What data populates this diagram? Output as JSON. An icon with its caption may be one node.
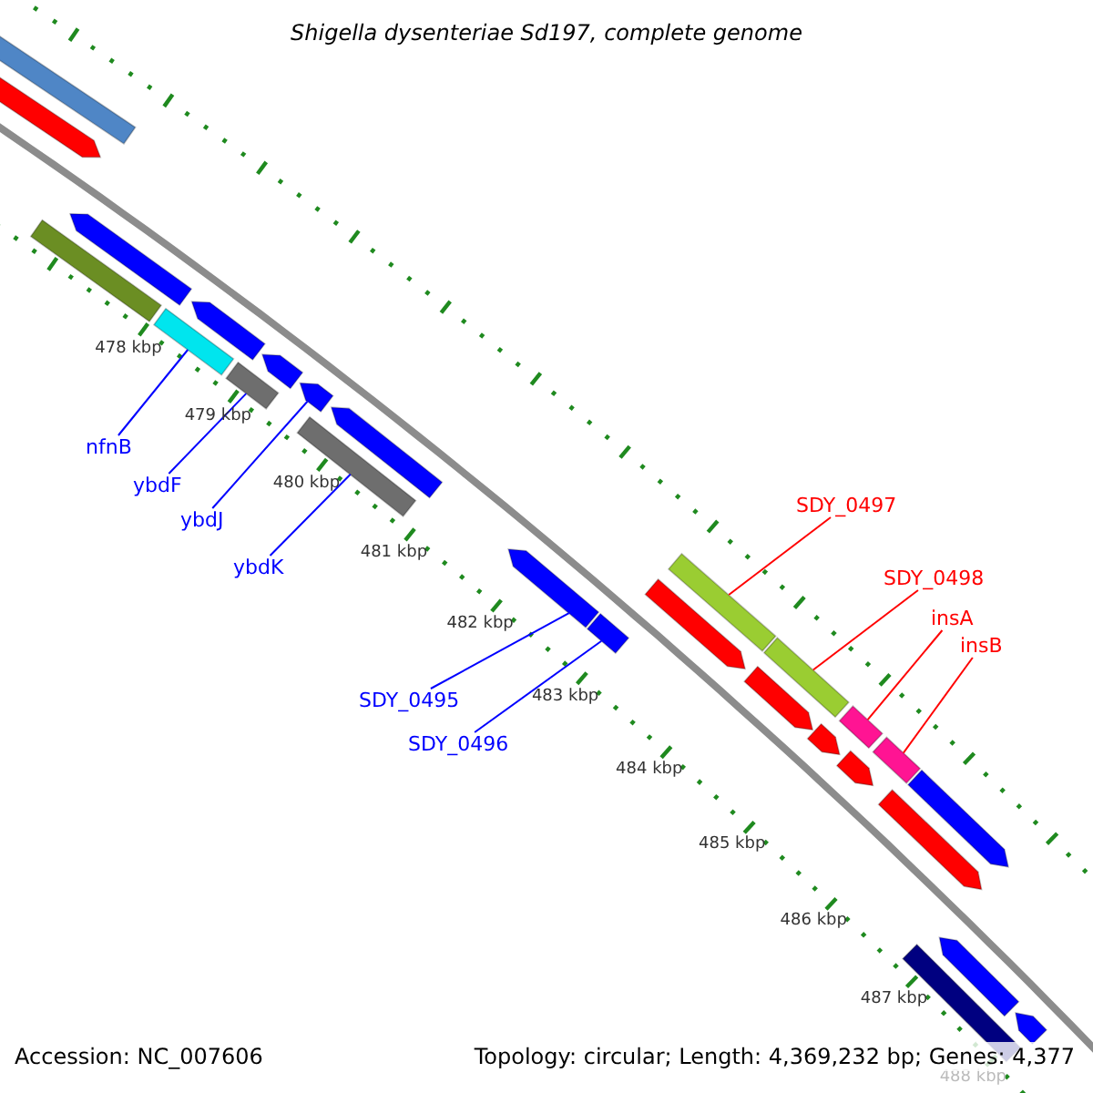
{
  "diagram": {
    "title": "Shigella dysenteriae Sd197, complete genome",
    "nodes": [
      {
        "text": [
          "nfnB"
        ]
      },
      {
        "text": [
          "ybdF"
        ]
      },
      {
        "text": [
          "ybdJ"
        ]
      },
      {
        "text": [
          "ybdK"
        ]
      },
      {
        "text": [
          "SDY_0495"
        ]
      },
      {
        "text": [
          "SDY_0496"
        ]
      },
      {
        "text": [
          "SDY_0497"
        ]
      },
      {
        "text": [
          "SDY_0498"
        ]
      },
      {
        "text": [
          "insA"
        ]
      },
      {
        "text": [
          "insB"
        ]
      },
      {
        "text": [],
        "shape": "bar"
      },
      {
        "text": [],
        "shape": "arrow"
      },
      {
        "text": [],
        "shape": "bar"
      },
      {
        "text": [],
        "shape": "arrow"
      },
      {
        "text": [],
        "shape": "bar"
      },
      {
        "text": [],
        "shape": "arrow"
      },
      {
        "text": [],
        "shape": "bar"
      },
      {
        "text": [],
        "shape": "arrow"
      },
      {
        "text": [],
        "shape": "arrow"
      },
      {
        "text": [],
        "shape": "bar"
      },
      {
        "text": [],
        "shape": "arrow"
      },
      {
        "text": [],
        "shape": "arrow"
      },
      {
        "text": [],
        "shape": "bar"
      },
      {
        "text": [],
        "shape": "arrow"
      },
      {
        "text": [],
        "shape": "bar"
      },
      {
        "text": [],
        "shape": "bar"
      },
      {
        "text": [],
        "shape": "arrow"
      },
      {
        "text": [],
        "shape": "arrow"
      },
      {
        "text": [],
        "shape": "bar"
      },
      {
        "text": [],
        "shape": "arrow"
      },
      {
        "text": [],
        "shape": "bar"
      },
      {
        "text": [],
        "shape": "arrow"
      },
      {
        "text": [],
        "shape": "arrow"
      },
      {
        "text": [],
        "shape": "bar"
      },
      {
        "text": [],
        "shape": "arrow"
      },
      {
        "text": [],
        "shape": "arrow"
      }
    ],
    "edges": [
      {
        "from": 0,
        "to": 14,
        "arrow": "none"
      },
      {
        "from": 1,
        "to": 16,
        "arrow": "none"
      },
      {
        "from": 2,
        "to": 18,
        "arrow": "none"
      },
      {
        "from": 3,
        "to": 19,
        "arrow": "none"
      },
      {
        "from": 4,
        "to": 21,
        "arrow": "none"
      },
      {
        "from": 5,
        "to": 22,
        "arrow": "none"
      },
      {
        "from": 6,
        "to": 24,
        "arrow": "none",
        "color": "#ff0000"
      },
      {
        "from": 7,
        "to": 25,
        "arrow": "none",
        "color": "#ff0000"
      },
      {
        "from": 8,
        "to": 28,
        "arrow": "none",
        "color": "#ff0000"
      },
      {
        "from": 9,
        "to": 30,
        "arrow": "none",
        "color": "#ff0000"
      }
    ],
    "labels": [
      "478 kbp",
      "479 kbp",
      "480 kbp",
      "481 kbp",
      "482 kbp",
      "483 kbp",
      "484 kbp",
      "485 kbp",
      "486 kbp",
      "487 kbp",
      "488 kbp",
      "Accession: NC_007606",
      "Topology: circular; Length: 4,369,232 bp; Genes: 4,377"
    ]
  }
}
